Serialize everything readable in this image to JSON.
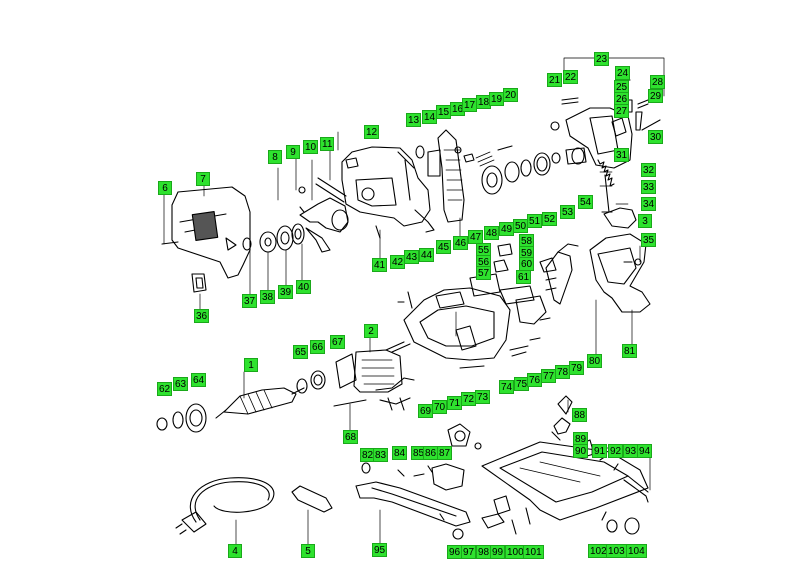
{
  "diagram": {
    "line_color": "#000000",
    "label_color": "#2ee22e",
    "parts": [
      "1",
      "2",
      "3",
      "4",
      "5",
      "6",
      "7",
      "8",
      "9",
      "10",
      "11",
      "12",
      "13",
      "14",
      "15",
      "16",
      "17",
      "18",
      "19",
      "20",
      "21",
      "22",
      "23",
      "24",
      "25",
      "26",
      "27",
      "28",
      "29",
      "30",
      "31",
      "32",
      "33",
      "34",
      "35",
      "36",
      "37",
      "38",
      "39",
      "40",
      "41",
      "42",
      "43",
      "44",
      "45",
      "46",
      "47",
      "48",
      "49",
      "50",
      "51",
      "52",
      "53",
      "54",
      "55",
      "56",
      "57",
      "58",
      "59",
      "60",
      "61",
      "62",
      "63",
      "64",
      "65",
      "66",
      "67",
      "68",
      "69",
      "70",
      "71",
      "72",
      "73",
      "74",
      "75",
      "76",
      "77",
      "78",
      "79",
      "80",
      "81",
      "82",
      "83",
      "84",
      "85",
      "86",
      "87",
      "88",
      "89",
      "90",
      "91",
      "92",
      "93",
      "94",
      "95",
      "96",
      "97",
      "98",
      "99",
      "100",
      "101",
      "102",
      "103",
      "104"
    ]
  }
}
